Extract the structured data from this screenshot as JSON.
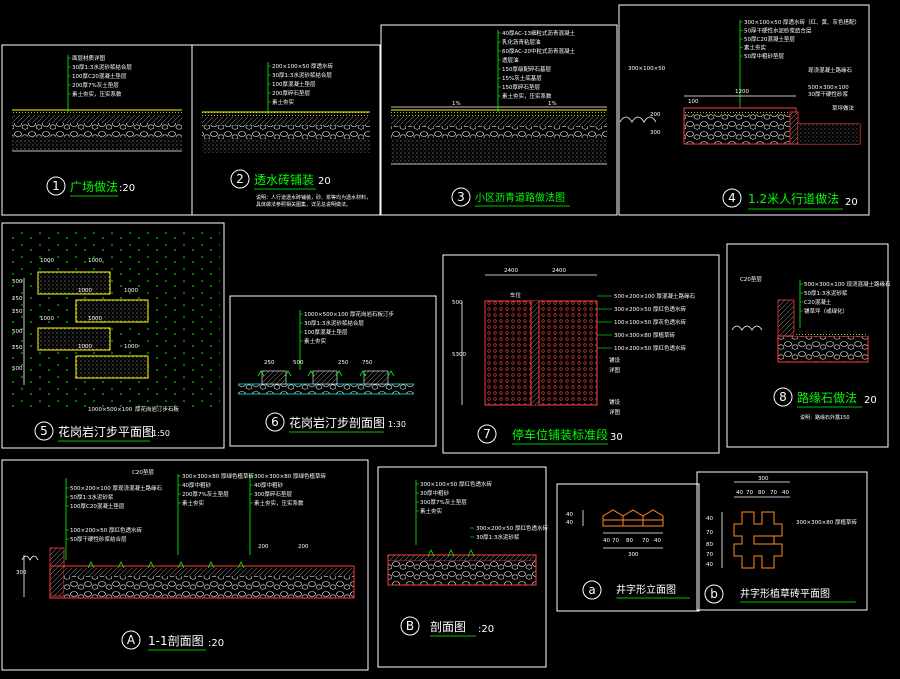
{
  "panels": {
    "p1": {
      "num": "1",
      "title": "广场做法",
      "scale": "20",
      "notes": [
        "面层材质详图",
        "30厚1:3水泥砂浆结合层",
        "100厚C20混凝土垫层",
        "200厚7%灰土垫层",
        "素土夯实，压实系数"
      ]
    },
    "p2": {
      "num": "2",
      "title": "透水砖铺装",
      "scale": "20",
      "notes": [
        "200×100×50  厚透水砖",
        "30厚1:3水泥砂浆结合层",
        "100厚混凝土垫层",
        "200厚碎石垫层",
        "素土夯实"
      ],
      "remark": [
        "说明：人行道透水砖铺装，砂、浆等均为透水材料，",
        "具体做法参照相关图集，详见总说明做法。"
      ]
    },
    "p3": {
      "num": "3",
      "title": "小区沥青道路做法图",
      "notes": [
        "40厚AC-13细粒式沥青混凝土",
        "乳化沥青粘层油",
        "60厚AC-20中粒式沥青混凝土",
        "透层油",
        "150厚级配碎石基层",
        "15%灰土底基层",
        "150厚碎石垫层",
        "素土夯实，压实系数"
      ],
      "dims": [
        "1%",
        "1%"
      ]
    },
    "p4": {
      "num": "4",
      "title": "1.2米人行道做法",
      "scale": "20",
      "notes": [
        "300×100×50  厚透水砖（红、黄、灰色搭配）",
        "50厚干硬性水泥砂浆结合层",
        "50厚C20混凝土垫层",
        "素土夯实",
        "50厚中粗砂垫层"
      ],
      "left_note": "300×100×50",
      "curb": [
        "500×300×100",
        "30厚干硬性砂浆"
      ],
      "right_note": "现浇混凝土路缘石",
      "plant": "草坪做法",
      "dims": [
        "1200",
        "100",
        "300",
        "200"
      ]
    },
    "p5": {
      "num": "5",
      "title": "花岗岩汀步平面图",
      "scale": "1:50",
      "dims": [
        "1000",
        "1000",
        "1000",
        "1000",
        "1000",
        "1000",
        "1000",
        "1000",
        "500",
        "250",
        "250",
        "500",
        "250",
        "500"
      ],
      "bottom_note": "1000×500×100",
      "bottom_label": "厚花岗岩汀步石板"
    },
    "p6": {
      "num": "6",
      "title": "花岗岩汀步剖面图",
      "scale": "1:30",
      "notes": [
        "1000×500×100  厚花岗岩石板汀步",
        "30厚1:3水泥砂浆结合层",
        "100厚混凝土垫层",
        "素土夯实"
      ],
      "dims": [
        "250",
        "500",
        "250",
        "750"
      ]
    },
    "p7": {
      "num": "7",
      "title": "停车位铺装标准段",
      "scale": "30",
      "dims": [
        "2400",
        "2400",
        "500",
        "5300"
      ],
      "notes": [
        "500×200×100 厚混凝土路缘石",
        "300×200×50  厚红色透水砖",
        "100×100×50  厚灰色透水砖",
        "300×300×80  厚植草砖",
        "100×200×50 厚红色透水砖"
      ],
      "side_labels": [
        "铺设",
        "详图",
        "铺设",
        "详图"
      ],
      "top_label": "车位"
    },
    "p8": {
      "num": "8",
      "title": "路缘石做法",
      "scale": "20",
      "notes": [
        "500×300×100  现浇混凝土路缘石",
        "50厚1:3水泥砂浆",
        "C20混凝土",
        "铺草坪（或绿化）"
      ],
      "top": "C20垫层",
      "remark": "说明：路缘石外露150"
    },
    "pA": {
      "num": "A",
      "title": "1-1剖面图",
      "scale": "20",
      "top_note": "C20垫层",
      "notes_left": [
        "500×200×100  厚现浇混凝土路缘石",
        "50厚1:3水泥砂浆",
        "100厚C20混凝土垫层"
      ],
      "notes_mid": [
        "300×300×80  厚绿色植草砖",
        "40厚中粗砂",
        "200厚7%灰土垫层",
        "素土夯实"
      ],
      "notes_right": [
        "300×300×80  厚绿色植草砖",
        "40厚中粗砂",
        "300厚碎石垫层",
        "素土夯实，压实系数"
      ],
      "notes_bottom": [
        "100×200×50  厚红色透水砖",
        "50厚干硬性砂浆结合层"
      ],
      "dims": [
        "200",
        "200",
        "300"
      ]
    },
    "pB": {
      "num": "B",
      "title": "剖面图",
      "scale": "20",
      "notes": [
        "300×100×50  厚红色透水砖",
        "30厚中粗砂",
        "300厚7%灰土垫层",
        "素土夯实"
      ],
      "right_notes": [
        "300×200×50  厚红色透水砖",
        "30厚1:3水泥砂浆"
      ]
    },
    "pa": {
      "num": "a",
      "title": "井字形立面图",
      "dims": [
        "40",
        "70",
        "80",
        "70",
        "40",
        "300",
        "40",
        "40"
      ]
    },
    "pb": {
      "num": "b",
      "title": "井字形植草砖平面图",
      "dims": [
        "300",
        "40",
        "70",
        "80",
        "70",
        "40",
        "40",
        "70",
        "80",
        "70",
        "40"
      ],
      "right_note": "300×300×80  厚植草砖"
    }
  },
  "colors": {
    "background": "#000000",
    "frame": "#ffffff",
    "title": "#00ff00",
    "hatch_yellow": "#ffff00",
    "brick_red": "#ff3b3b",
    "grass": "#00ff00",
    "cyan": "#00ffff",
    "orange": "#ff8c1a"
  }
}
